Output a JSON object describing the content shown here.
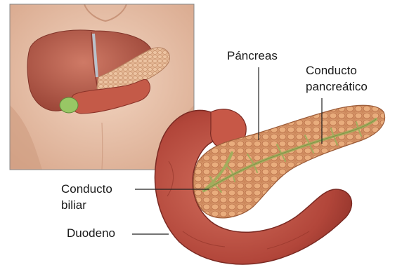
{
  "labels": {
    "pancreas": "Páncreas",
    "pancreatic_duct_line1": "Conducto",
    "pancreatic_duct_line2": "pancreático",
    "bile_duct_line1": "Conducto",
    "bile_duct_line2": "biliar",
    "duodenum": "Duodeno"
  },
  "colors": {
    "skin": "#e8c3aa",
    "liver": "#b85a4a",
    "gallbladder": "#8fbf5a",
    "duodenum": "#b8483c",
    "pancreas_tissue": "#d99a6c",
    "ducts": "#9aa65a",
    "leader_line": "#222222"
  }
}
